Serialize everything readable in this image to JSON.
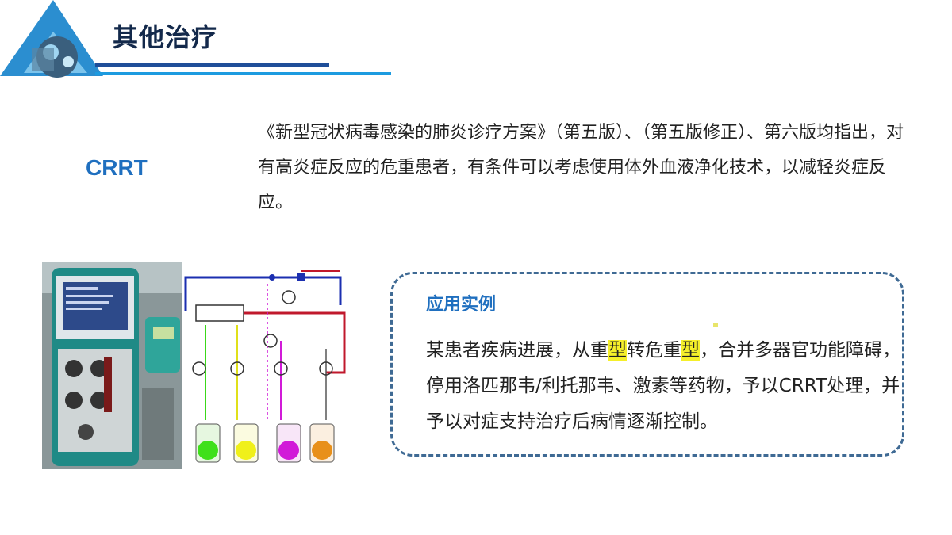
{
  "header": {
    "title": "其他治疗"
  },
  "section_label": "CRRT",
  "paragraph": "《新型冠状病毒感染的肺炎诊疗方案》（第五版）、（第五版修正）、第六版均指出，对有高炎症反应的危重患者，有条件可以考虑使用体外血液净化技术，以减轻炎症反应。",
  "case_box": {
    "title": "应用实例",
    "text_part1": "某患者疾病进展，从重",
    "highlight1": "型",
    "text_part2": "转危重",
    "highlight2": "型",
    "text_part3": "，合并多器官功能障碍，停用洛匹那韦/利托那韦、激素等药物，予以CRRT处理，并予以对症支持治疗后病情逐渐控制。"
  },
  "colors": {
    "title": "#13294b",
    "accent_blue": "#1f6fbf",
    "line_dark": "#1f4e99",
    "line_light": "#1c9be0",
    "box_border": "#3f6a94",
    "highlight": "#f5ef2a"
  }
}
